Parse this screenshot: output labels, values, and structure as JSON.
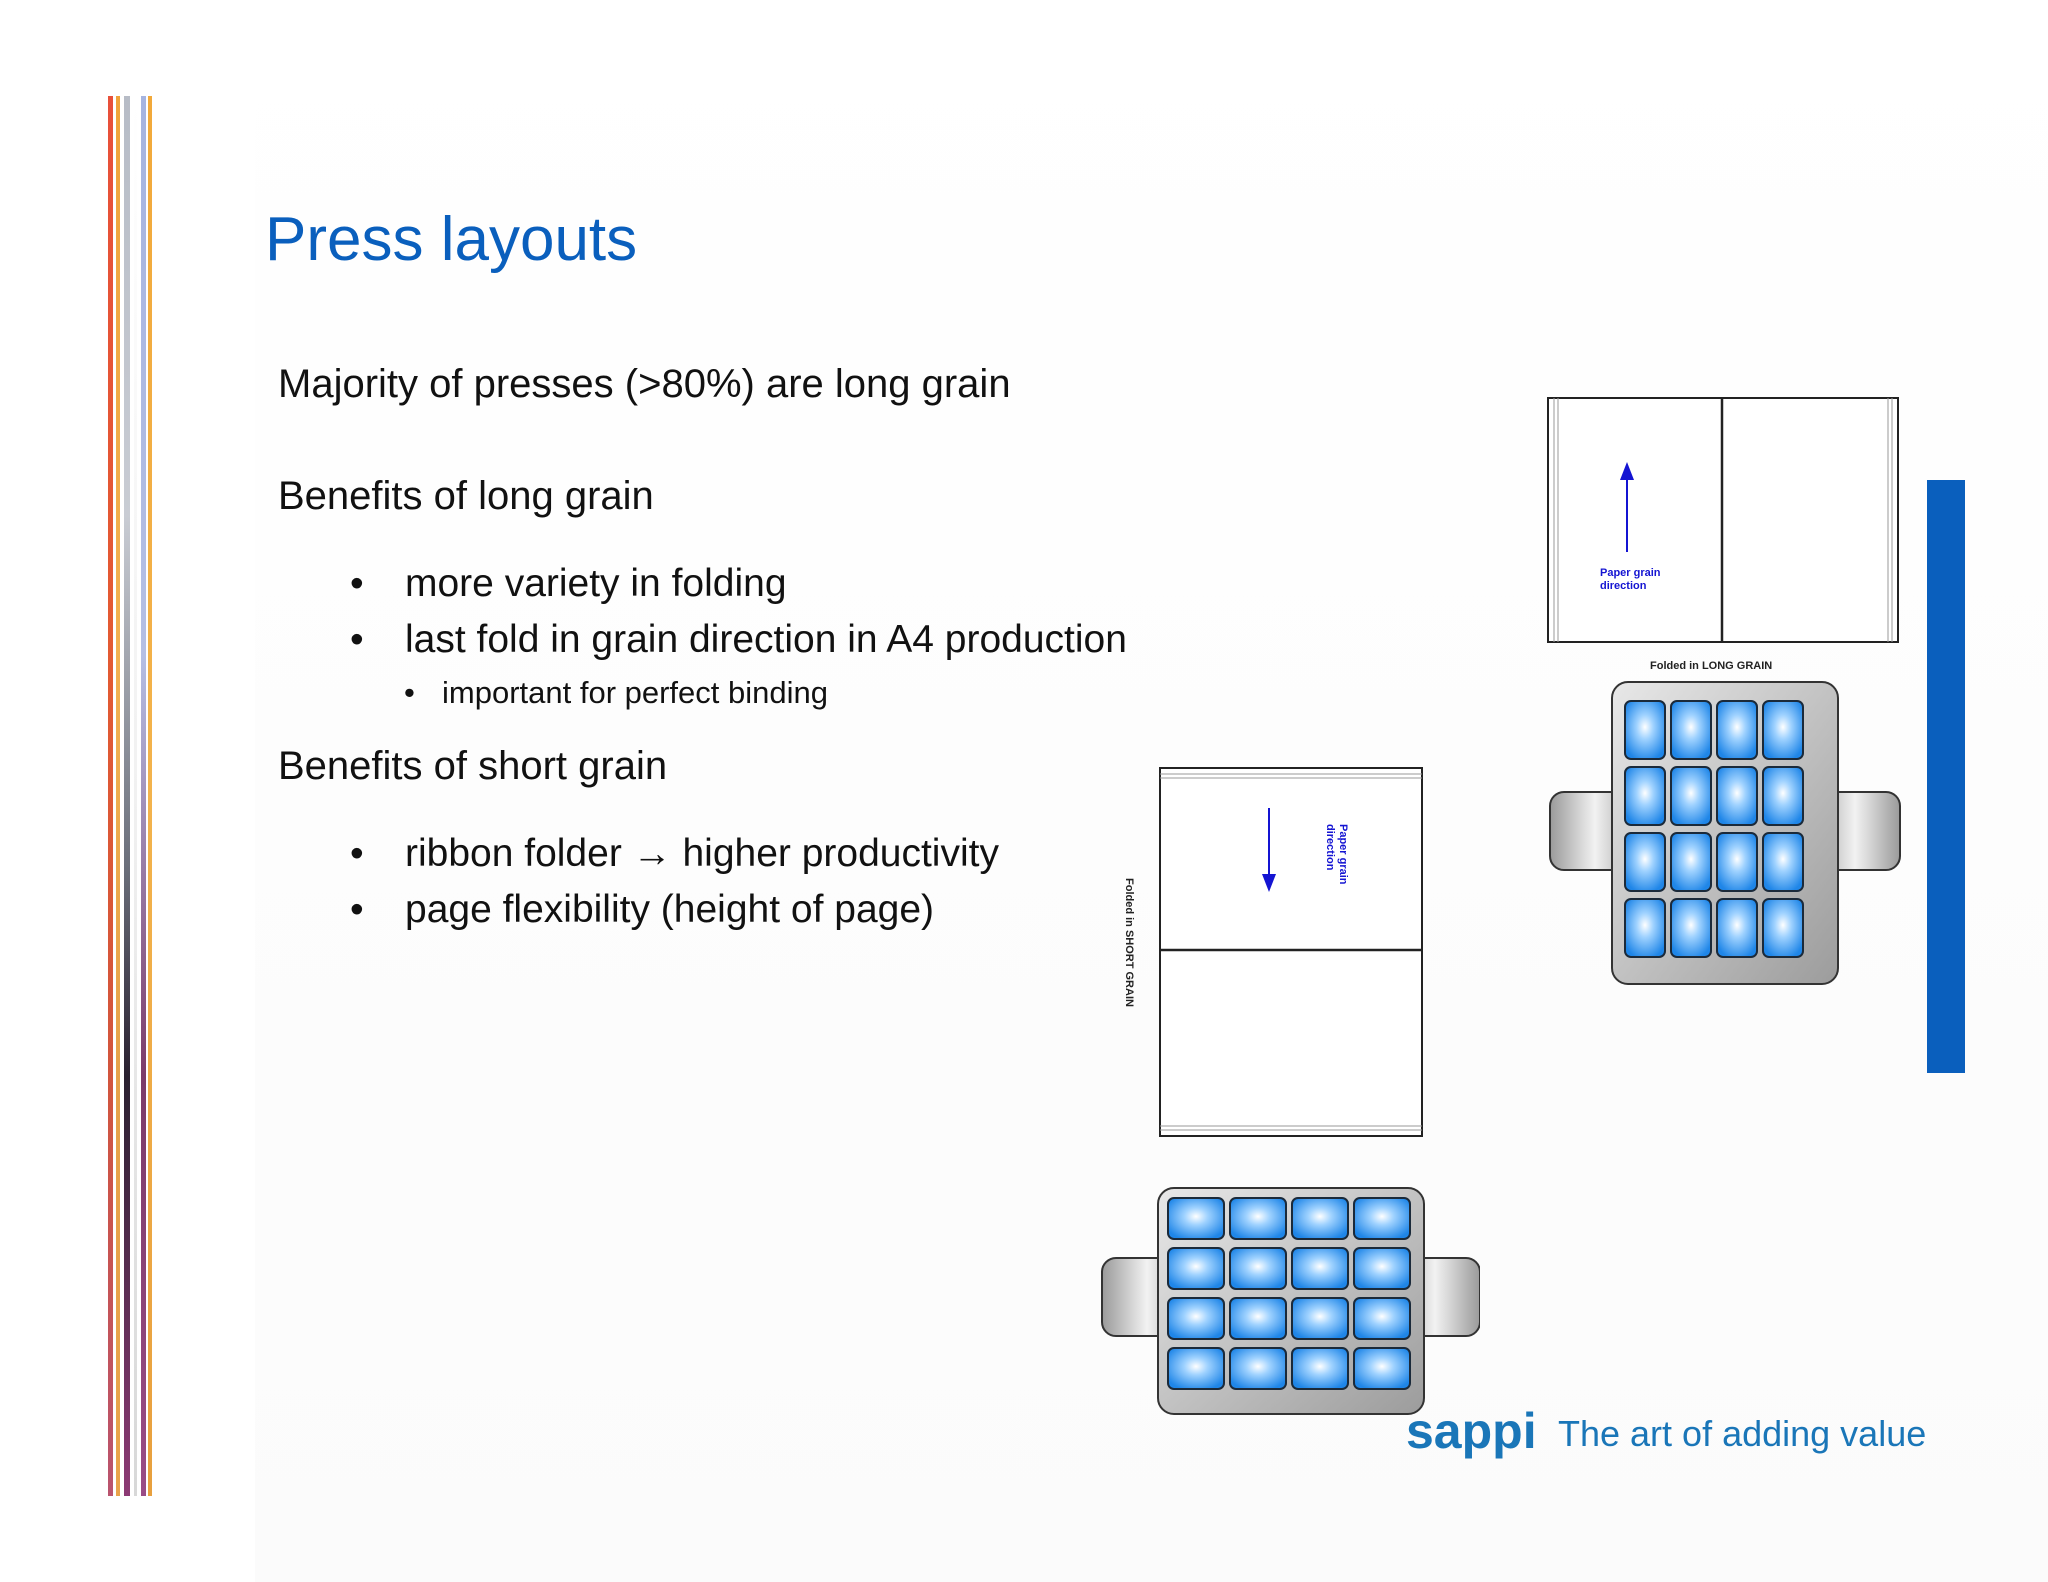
{
  "title": "Press layouts",
  "intro": "Majority of presses (>80%) are long grain",
  "long_grain": {
    "heading": "Benefits of long grain",
    "bullets": [
      "more variety in folding",
      "last fold in grain direction in A4 production"
    ],
    "sub_bullets": [
      "important for perfect binding"
    ]
  },
  "short_grain": {
    "heading": "Benefits of short grain",
    "bullets": [
      "ribbon folder → higher productivity",
      "page flexibility (height of page)"
    ]
  },
  "bullet_glyph": "•",
  "diagram_long": {
    "grain_label_1": "Paper grain",
    "grain_label_2": "direction",
    "caption": "Folded in LONG GRAIN"
  },
  "diagram_short": {
    "grain_label_1": "Paper grain",
    "grain_label_2": "direction",
    "caption": "Folded in SHORT GRAIN"
  },
  "footer": {
    "logo": "sappi",
    "tagline": "The art of adding value"
  },
  "colors": {
    "title": "#0a5fbd",
    "accent_bar": "#0a5fbd",
    "brand": "#1a76b8",
    "arrow": "#1414d2"
  }
}
